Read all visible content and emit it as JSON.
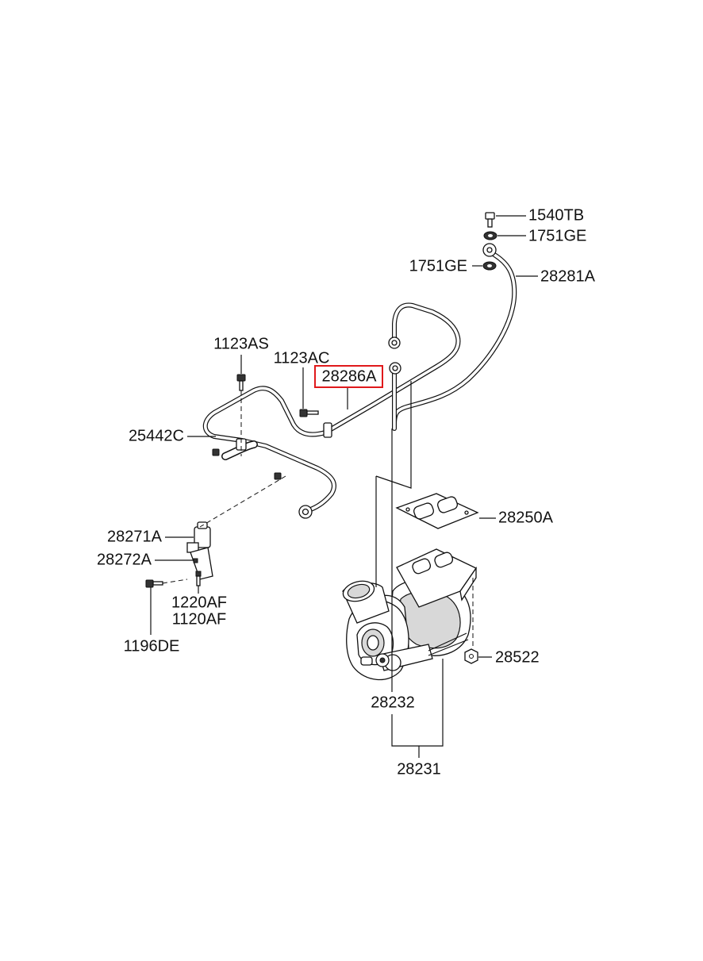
{
  "labels": {
    "p1540TB": "1540TB",
    "p1751GE_top": "1751GE",
    "p1751GE_left": "1751GE",
    "p28281A": "28281A",
    "p1123AS": "1123AS",
    "p1123AC": "1123AC",
    "p28286A": "28286A",
    "p25442C": "25442C",
    "p28250A": "28250A",
    "p28271A": "28271A",
    "p28272A": "28272A",
    "p1220AF": "1220AF",
    "p1120AF": "1120AF",
    "p1196DE": "1196DE",
    "p28522": "28522",
    "p28232": "28232",
    "p28231": "28231"
  },
  "highlight": {
    "part": "28286A",
    "color": "#e0191b"
  }
}
